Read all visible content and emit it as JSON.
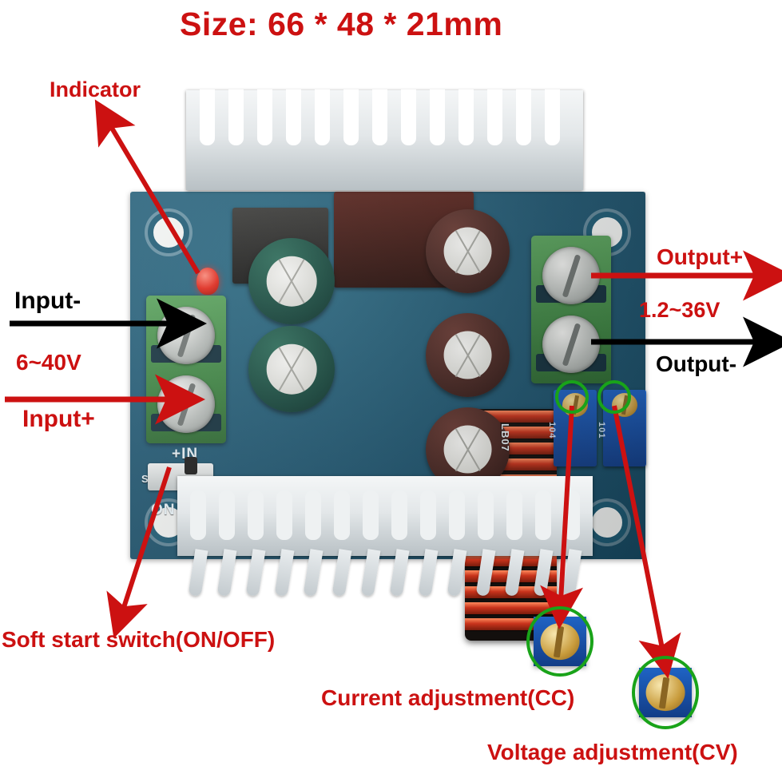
{
  "title": "Size: 66 * 48 * 21mm",
  "colors": {
    "annotation_red": "#cc1111",
    "annotation_black": "#000000",
    "highlight_circle_green": "#19a319",
    "pcb_blue": "#1e5570",
    "terminal_green": "#3d8442",
    "heatsink_silver": "#e3e7e9",
    "led_red": "#e5281b",
    "trimpot_blue": "#1f63c4",
    "trimpot_gold": "#c79a3a"
  },
  "annotations": {
    "indicator": "Indicator",
    "input_negative": "Input-",
    "input_voltage_range": "6~40V",
    "input_positive": "Input+",
    "output_positive": "Output+",
    "output_voltage_range": "1.2~36V",
    "output_negative": "Output-",
    "soft_start": "Soft start switch(ON/OFF)",
    "current_adjustment": "Current adjustment(CC)",
    "voltage_adjustment": "Voltage adjustment(CV)"
  },
  "board": {
    "silkscreen": {
      "plus_in": "+IN",
      "switch_ref": "S1",
      "on_label": "ON",
      "board_code": "LB07"
    },
    "trimpots": [
      {
        "name": "current-trimpot",
        "marking": "104"
      },
      {
        "name": "voltage-trimpot",
        "marking": "101"
      }
    ],
    "heatsink_top_fins": 13,
    "heatsink_bottom_fins": 14
  }
}
